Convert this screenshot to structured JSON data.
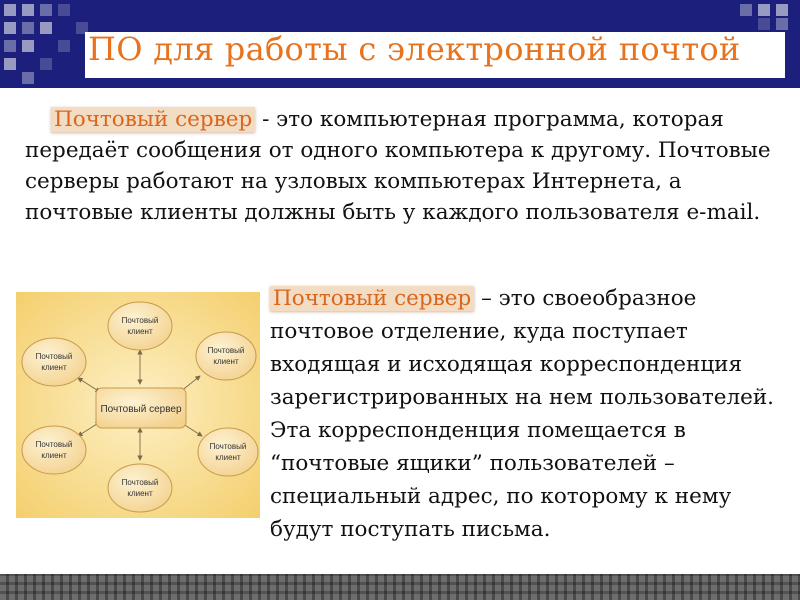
{
  "slide": {
    "title": "ПО для работы с электронной почтой"
  },
  "paragraph1": {
    "term": "Почтовый сервер",
    "text": " - это компьютерная программа, которая передаёт сообщения от одного компьютера к другому. Почтовые серверы работают на узловых компьютерах Интернета, а почтовые клиенты должны быть у каждого пользователя e-mail."
  },
  "paragraph2": {
    "term": "Почтовый сервер",
    "text": " – это своеобразное почтовое отделение, куда поступает входящая и исходящая корреспонденция зарегистрированных на нем пользователей. Эта корреспонденция помещается в “почтовые ящики” пользователей – специальный адрес, по которому к нему будут поступать письма."
  },
  "diagram": {
    "center_label": "Почтовый сервер",
    "client_label_line1": "Почтовый",
    "client_label_line2": "клиент"
  },
  "colors": {
    "accent": "#e8731c",
    "band": "#1c1f7c",
    "node_fill": "#f6d998",
    "diagram_bg": "#fbe7a6"
  }
}
